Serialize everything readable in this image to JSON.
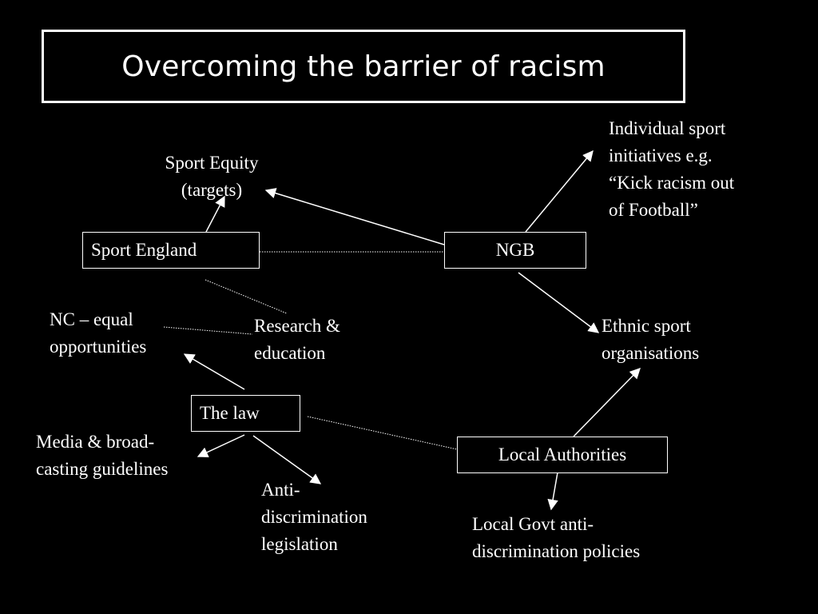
{
  "slide": {
    "title": "Overcoming the barrier of racism"
  },
  "nodes": {
    "sport_england": "Sport England",
    "ngb": "NGB",
    "the_law": "The law",
    "local_authorities": "Local Authorities"
  },
  "labels": {
    "sport_equity": [
      "Sport Equity",
      "(targets)"
    ],
    "individual_initiatives": [
      "Individual sport",
      "initiatives e.g.",
      "“Kick racism out",
      "of Football”"
    ],
    "nc_equal": [
      "NC – equal",
      "opportunities"
    ],
    "research": [
      "Research &",
      "education"
    ],
    "ethnic_orgs": [
      "Ethnic sport",
      "organisations"
    ],
    "media": [
      "Media & broad-",
      "casting guidelines"
    ],
    "anti_discrimination": [
      "Anti-",
      "discrimination",
      "legislation"
    ],
    "local_govt": [
      "Local Govt anti-",
      "discrimination policies"
    ]
  },
  "colors": {
    "background": "#000000",
    "foreground": "#ffffff"
  }
}
